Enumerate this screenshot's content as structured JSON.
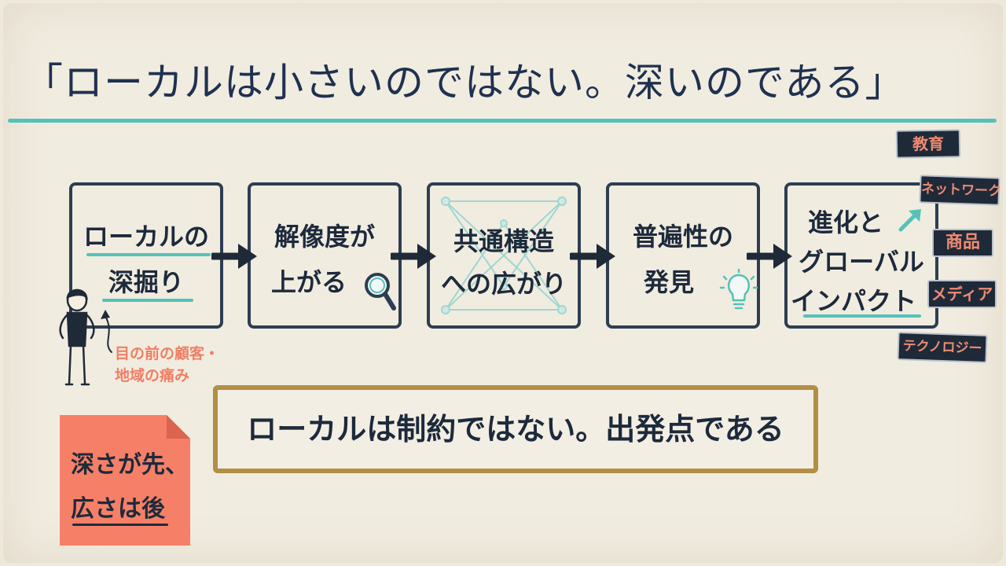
{
  "title": "「ローカルは小さいのではない。深いのである」",
  "steps": [
    {
      "line1": "ローカルの",
      "line2": "深掘り"
    },
    {
      "line1": "解像度が",
      "line2": "上がる"
    },
    {
      "line1": "共通構造",
      "line2": "への広がり"
    },
    {
      "line1": "普遍性の",
      "line2": "発見"
    },
    {
      "line1": "進化と",
      "line2": "グローバル",
      "line3": "インパクト"
    }
  ],
  "pain_note": {
    "line1": "目の前の顧客・",
    "line2": "地域の痛み"
  },
  "impact_tags": [
    "教育",
    "ネットワーク",
    "商品",
    "メディア",
    "テクノロジー"
  ],
  "banner": "ローカルは制約ではない。出発点である",
  "sticky_note": {
    "line1": "深さが先、",
    "line2": "広さは後"
  },
  "colors": {
    "accent_teal": "#54c2b8",
    "box_stroke": "#2d3e52",
    "note_orange": "#f58067",
    "banner_border": "#b28f45",
    "tag_text": "#ee8a72"
  }
}
